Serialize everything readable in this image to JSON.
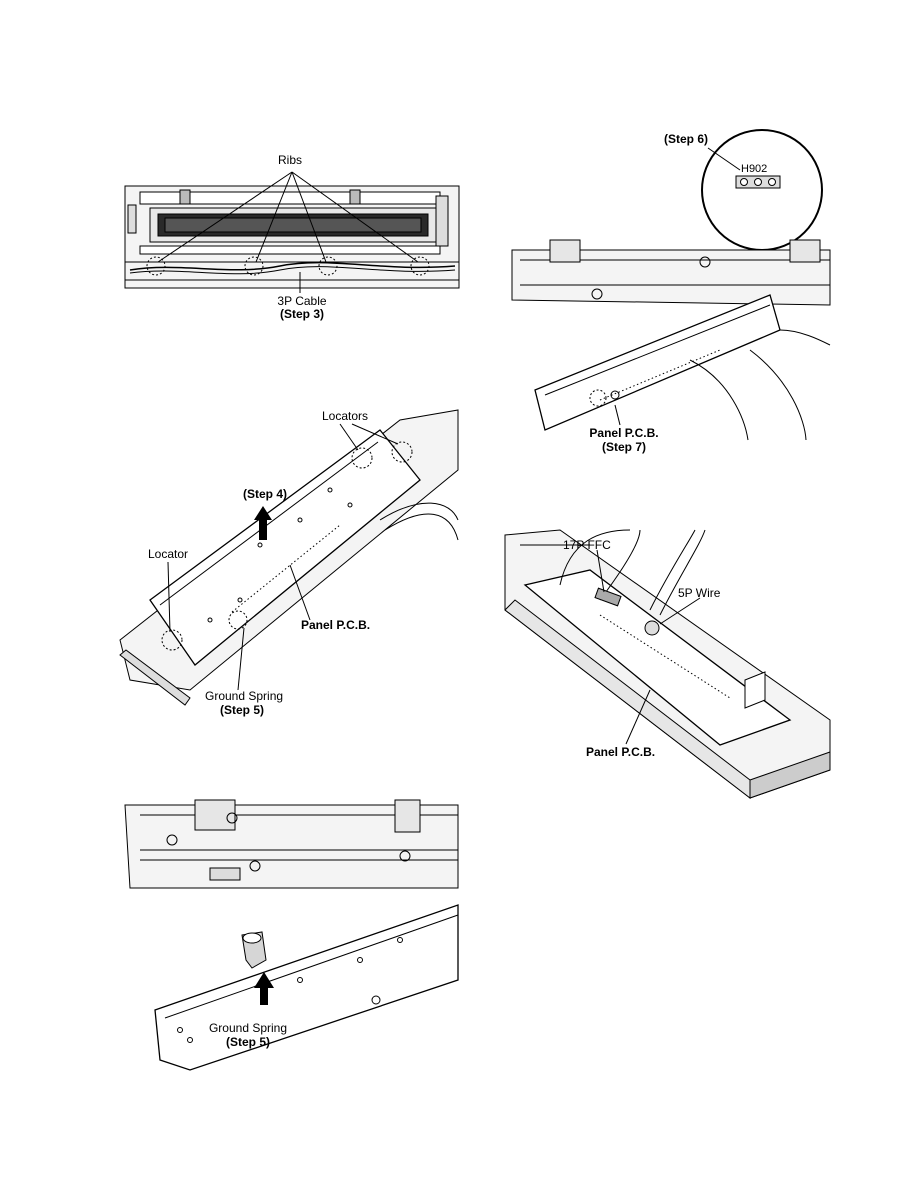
{
  "fig1": {
    "ribs": "Ribs",
    "cable": "3P Cable",
    "step": "(Step 3)"
  },
  "fig2": {
    "locators": "Locators",
    "step4": "(Step 4)",
    "locator": "Locator",
    "pcb": "Panel P.C.B.",
    "ground_spring": "Ground Spring",
    "step5": "(Step 5)"
  },
  "fig3": {
    "ground_spring": "Ground Spring",
    "step5": "(Step 5)"
  },
  "fig4": {
    "step6": "(Step 6)",
    "connector": "H902",
    "pcb": "Panel P.C.B.",
    "step7": "(Step 7)"
  },
  "fig5": {
    "ffc": "17P FFC",
    "wire": "5P Wire",
    "pcb": "Panel P.C.B."
  }
}
